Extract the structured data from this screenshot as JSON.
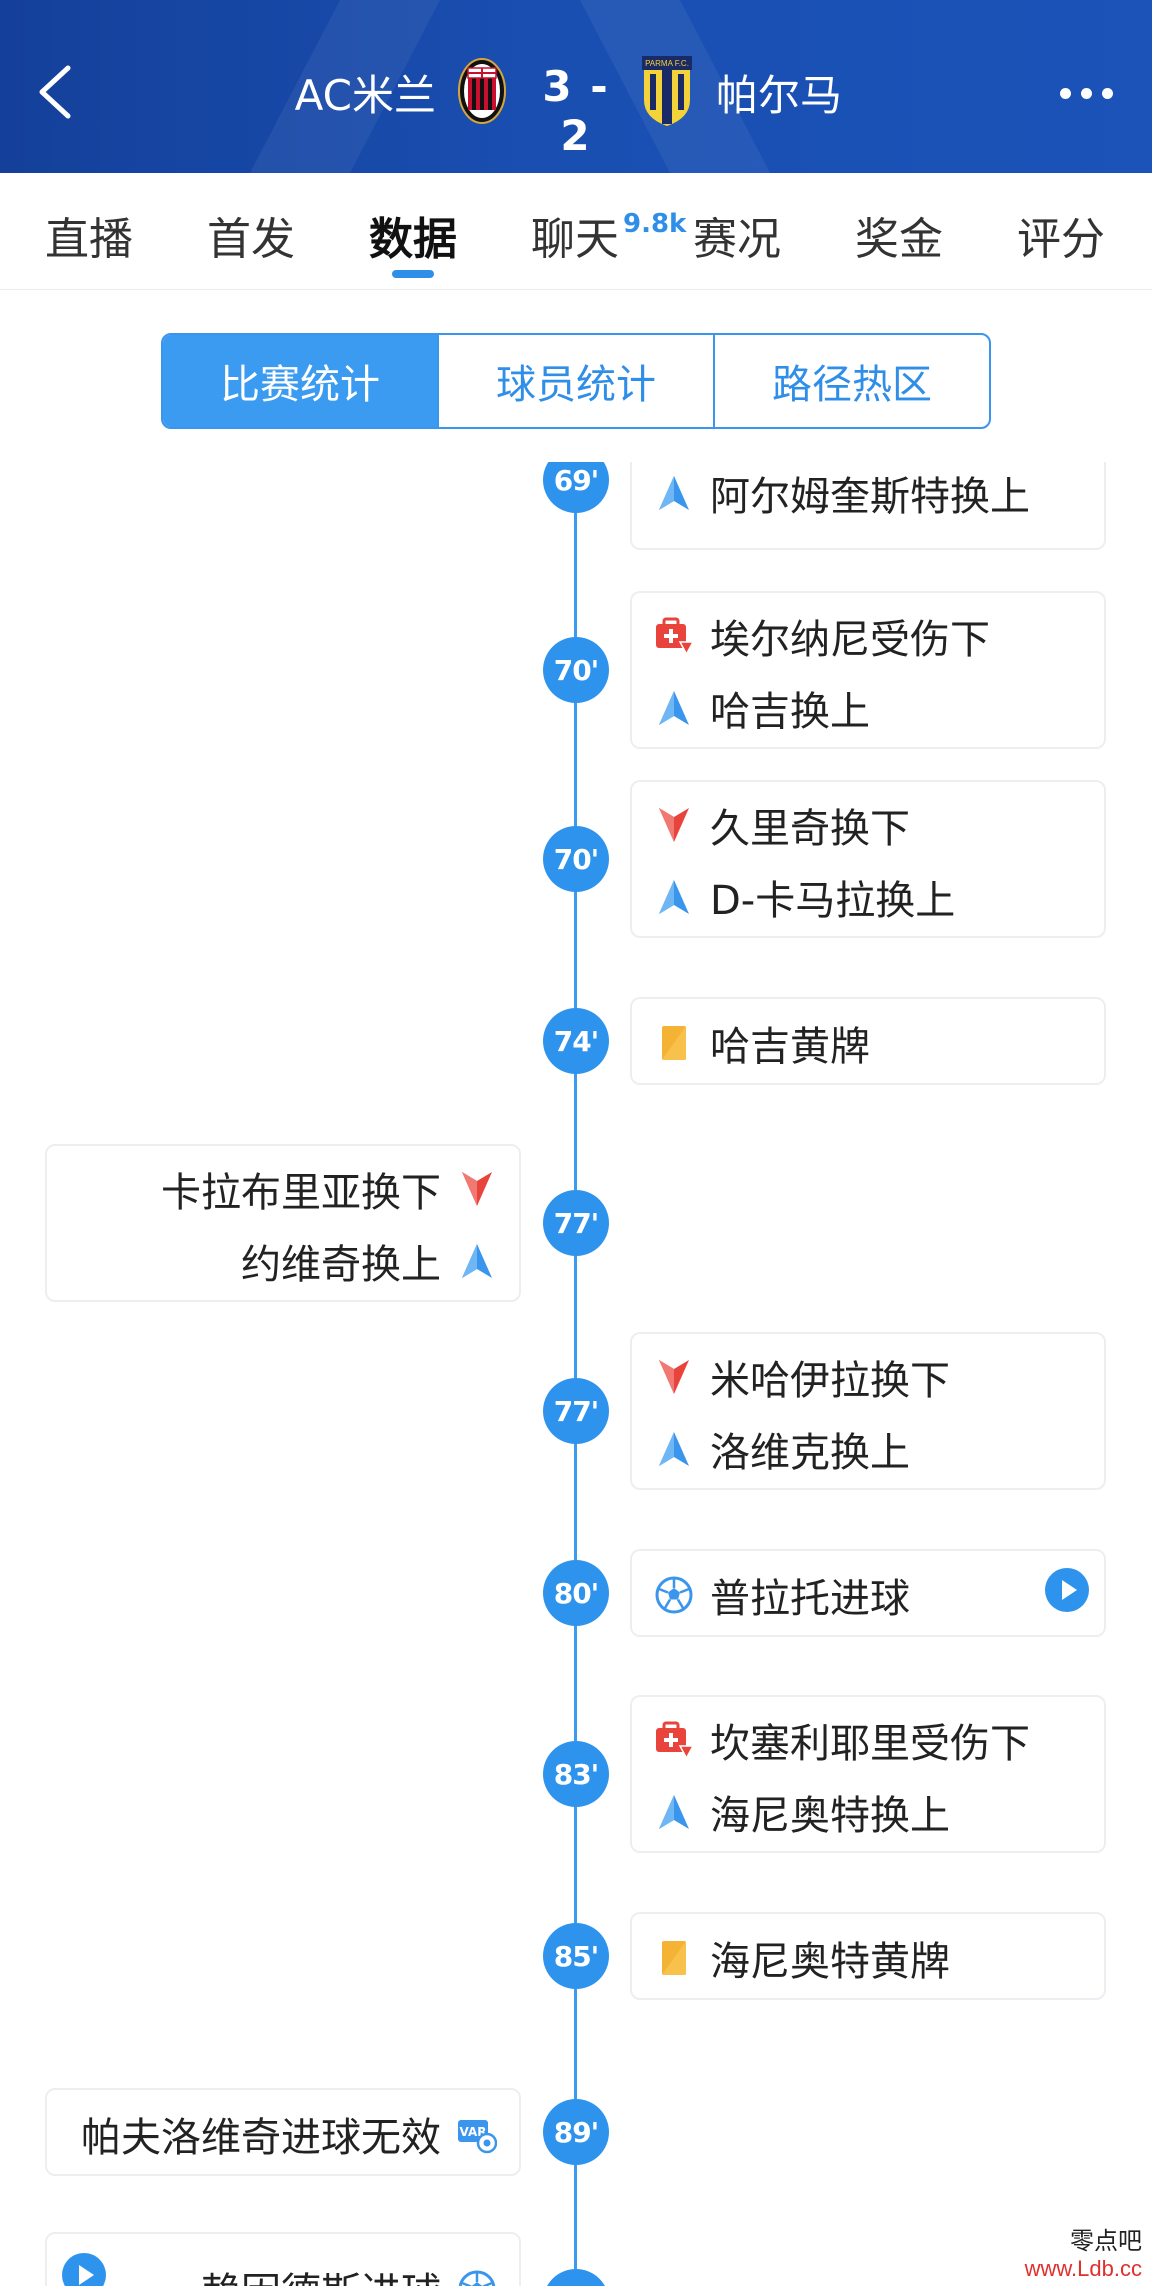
{
  "header": {
    "home_team": "AC米兰",
    "away_team": "帕尔马",
    "score": "3 - 2",
    "away_badge_text": "PARMA F.C.",
    "bg_color": "#1a4fb2"
  },
  "tabs": [
    {
      "label": "直播"
    },
    {
      "label": "首发"
    },
    {
      "label": "数据",
      "active": true
    },
    {
      "label": "聊天",
      "badge": "9.8k"
    },
    {
      "label": "赛况"
    },
    {
      "label": "奖金"
    },
    {
      "label": "评分"
    }
  ],
  "segmented": [
    {
      "label": "比赛统计",
      "active": true
    },
    {
      "label": "球员统计"
    },
    {
      "label": "路径热区"
    }
  ],
  "timeline": [
    {
      "minute": "69'",
      "side": "right",
      "lines": [
        {
          "icon": "sub-in-icon",
          "text": "阿尔姆奎斯特换上"
        }
      ]
    },
    {
      "minute": "70'",
      "side": "right",
      "lines": [
        {
          "icon": "injury-icon",
          "text": "埃尔纳尼受伤下"
        },
        {
          "icon": "sub-in-icon",
          "text": "哈吉换上"
        }
      ]
    },
    {
      "minute": "70'",
      "side": "right",
      "lines": [
        {
          "icon": "sub-out-icon",
          "text": "久里奇换下"
        },
        {
          "icon": "sub-in-icon",
          "text": "D-卡马拉换上"
        }
      ]
    },
    {
      "minute": "74'",
      "side": "right",
      "lines": [
        {
          "icon": "yellow-card-icon",
          "text": "哈吉黄牌"
        }
      ]
    },
    {
      "minute": "77'",
      "side": "left",
      "lines": [
        {
          "icon": "sub-out-icon",
          "text": "卡拉布里亚换下"
        },
        {
          "icon": "sub-in-icon",
          "text": "约维奇换上"
        }
      ]
    },
    {
      "minute": "77'",
      "side": "right",
      "lines": [
        {
          "icon": "sub-out-icon",
          "text": "米哈伊拉换下"
        },
        {
          "icon": "sub-in-icon",
          "text": "洛维克换上"
        }
      ]
    },
    {
      "minute": "80'",
      "side": "right",
      "video": true,
      "lines": [
        {
          "icon": "goal-ball-icon",
          "text": "普拉托进球"
        }
      ]
    },
    {
      "minute": "83'",
      "side": "right",
      "lines": [
        {
          "icon": "injury-icon",
          "text": "坎塞利耶里受伤下"
        },
        {
          "icon": "sub-in-icon",
          "text": "海尼奥特换上"
        }
      ]
    },
    {
      "minute": "85'",
      "side": "right",
      "lines": [
        {
          "icon": "yellow-card-icon",
          "text": "海尼奥特黄牌"
        }
      ]
    },
    {
      "minute": "89'",
      "side": "left",
      "lines": [
        {
          "icon": "var-icon",
          "text": "帕夫洛维奇进球无效"
        }
      ]
    },
    {
      "minute": "",
      "side": "left",
      "video": true,
      "lines": [
        {
          "icon": "goal-ball-icon",
          "text": "赖因德斯进球"
        }
      ]
    }
  ],
  "colors": {
    "accent": "#2e93ec",
    "sub_in": "#3a95ec",
    "sub_out": "#e8443c",
    "yellow_card": "#f5b335",
    "injury": "#e8443c"
  },
  "watermark": {
    "title": "零点吧",
    "url": "www.Ldb.cc"
  }
}
